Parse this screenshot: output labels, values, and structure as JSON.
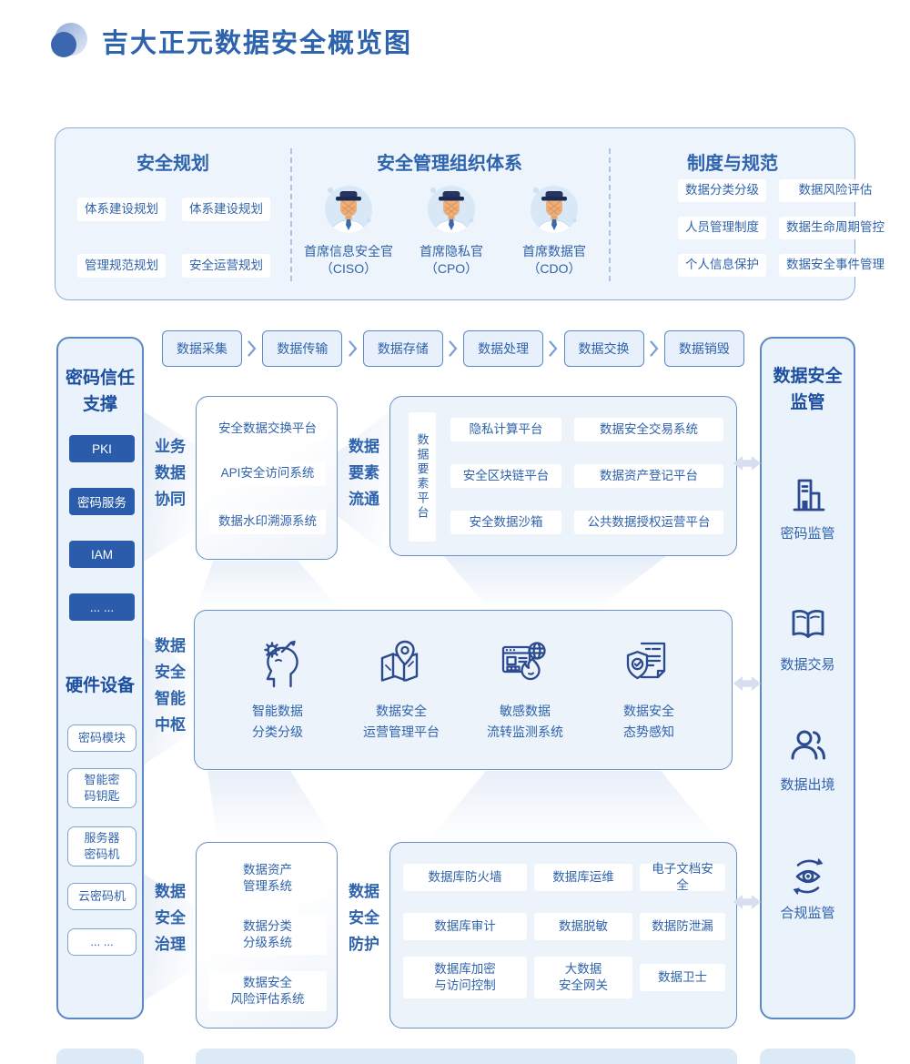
{
  "page_title": "吉大正元数据安全概览图",
  "top_panel": {
    "planning": {
      "title": "安全规划",
      "items": [
        "体系建设规划",
        "体系建设规划",
        "管理规范规划",
        "安全运营规划"
      ]
    },
    "organization": {
      "title": "安全管理组织体系",
      "officers": [
        {
          "name": "首席信息安全官",
          "abbr": "（CISO）"
        },
        {
          "name": "首席隐私官",
          "abbr": "（CPO）"
        },
        {
          "name": "首席数据官",
          "abbr": "（CDO）"
        }
      ]
    },
    "rules": {
      "title": "制度与规范",
      "items": [
        "数据分类分级",
        "数据风险评估",
        "人员管理制度",
        "数据生命周期管控",
        "个人信息保护",
        "数据安全事件管理"
      ]
    }
  },
  "lifecycle": [
    "数据采集",
    "数据传输",
    "数据存储",
    "数据处理",
    "数据交换",
    "数据销毁"
  ],
  "left_sidebar": {
    "trust_title": "密码信任\n支撑",
    "trust_items": [
      "PKI",
      "密码服务",
      "IAM",
      "... ..."
    ],
    "hardware_title": "硬件设备",
    "hardware_items": [
      "密码模块",
      "智能密\n码钥匙",
      "服务器\n密码机",
      "云密码机",
      "... ..."
    ]
  },
  "business": {
    "label": "业务\n数据\n协同",
    "items": [
      "安全数据交换平台",
      "API安全访问系统",
      "数据水印溯源系统"
    ]
  },
  "elements": {
    "label": "数据\n要素\n流通",
    "platform": "数据要素平台",
    "items": [
      "隐私计算平台",
      "数据安全交易系统",
      "安全区块链平台",
      "数据资产登记平台",
      "安全数据沙箱",
      "公共数据授权运营平台"
    ]
  },
  "hub": {
    "label": "数据\n安全\n智能\n中枢",
    "items": [
      "智能数据\n分类分级",
      "数据安全\n运营管理平台",
      "敏感数据\n流转监测系统",
      "数据安全\n态势感知"
    ]
  },
  "governance": {
    "label": "数据\n安全\n治理",
    "items": [
      "数据资产\n管理系统",
      "数据分类\n分级系统",
      "数据安全\n风险评估系统"
    ]
  },
  "protection": {
    "label": "数据\n安全\n防护",
    "items": [
      "数据库防火墙",
      "数据库运维",
      "电子文档安全",
      "数据库审计",
      "数据脱敏",
      "数据防泄漏",
      "数据库加密\n与访问控制",
      "大数据\n安全网关",
      "数据卫士"
    ]
  },
  "right_sidebar": {
    "title": "数据安全\n监管",
    "items": [
      {
        "icon": "building-icon",
        "label": "密码监管"
      },
      {
        "icon": "open-book-icon",
        "label": "数据交易"
      },
      {
        "icon": "people-icon",
        "label": "数据出境"
      },
      {
        "icon": "eye-compliance-icon",
        "label": "合规监管"
      }
    ]
  },
  "colors": {
    "accent_blue": "#2f63ac",
    "dark_button_blue": "#2b5cab",
    "panel_bg": "#ecf3fb",
    "border_blue": "#6890c9",
    "icon_stroke": "#2b4a8f",
    "arrow_fill": "#d7def0"
  }
}
